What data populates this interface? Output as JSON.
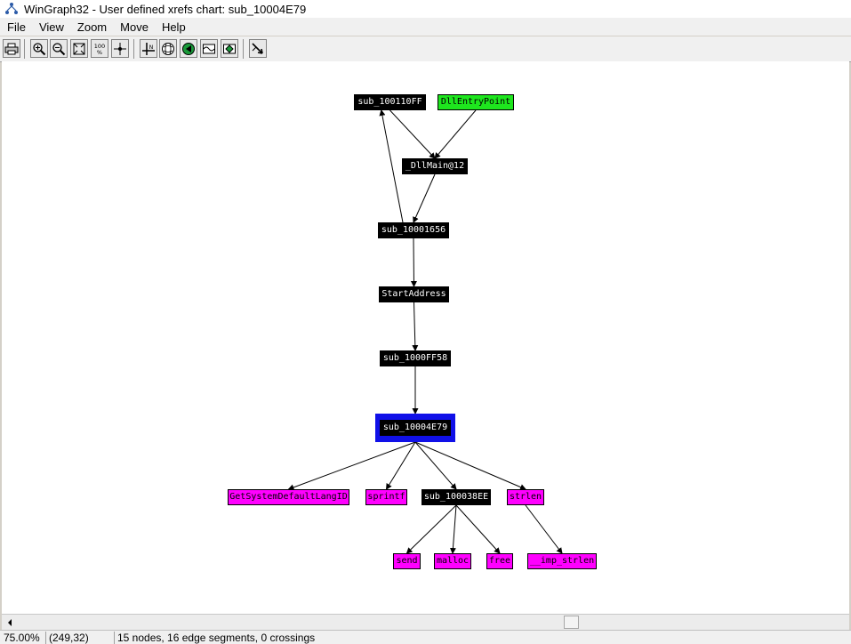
{
  "window": {
    "title": "WinGraph32 - User defined xrefs chart: sub_10004E79",
    "icon": "wingraph-app-icon"
  },
  "menu": [
    "File",
    "View",
    "Zoom",
    "Move",
    "Help"
  ],
  "toolbar": {
    "buttons": [
      {
        "name": "print",
        "icon": "printer-icon"
      },
      {
        "name": "zoom-in",
        "icon": "zoom-in-icon"
      },
      {
        "name": "zoom-out",
        "icon": "zoom-out-icon"
      },
      {
        "name": "fit-window",
        "icon": "fit-window-icon"
      },
      {
        "name": "zoom-100",
        "icon": "zoom-100-icon",
        "label": "100\n%"
      },
      {
        "name": "center",
        "icon": "crosshair-icon"
      },
      {
        "name": "orthogonal-layout",
        "icon": "orthogonal-icon",
        "label": "N"
      },
      {
        "name": "fisheye-circle",
        "icon": "fisheye-circle-icon"
      },
      {
        "name": "fisheye-fixed",
        "icon": "fisheye-fixed-icon"
      },
      {
        "name": "poly-fisheye",
        "icon": "poly-fisheye-icon"
      },
      {
        "name": "fisheye-scale",
        "icon": "fisheye-scale-icon"
      },
      {
        "name": "follow-edge",
        "icon": "follow-edge-icon"
      }
    ]
  },
  "graph": {
    "nodes": [
      {
        "id": "n1",
        "label": "sub_100110FF",
        "style": "black"
      },
      {
        "id": "n2",
        "label": "DllEntryPoint",
        "style": "green"
      },
      {
        "id": "n3",
        "label": "_DllMain@12",
        "style": "black"
      },
      {
        "id": "n4",
        "label": "sub_10001656",
        "style": "black"
      },
      {
        "id": "n5",
        "label": "StartAddress",
        "style": "black"
      },
      {
        "id": "n6",
        "label": "sub_1000FF58",
        "style": "black"
      },
      {
        "id": "n7",
        "label": "sub_10004E79",
        "style": "black",
        "selected": true
      },
      {
        "id": "n8",
        "label": "GetSystemDefaultLangID",
        "style": "magenta"
      },
      {
        "id": "n9",
        "label": "sprintf",
        "style": "magenta"
      },
      {
        "id": "n10",
        "label": "sub_100038EE",
        "style": "black"
      },
      {
        "id": "n11",
        "label": "strlen",
        "style": "magenta"
      },
      {
        "id": "n12",
        "label": "send",
        "style": "magenta"
      },
      {
        "id": "n13",
        "label": "malloc",
        "style": "magenta"
      },
      {
        "id": "n14",
        "label": "free",
        "style": "magenta"
      },
      {
        "id": "n15",
        "label": "__imp_strlen",
        "style": "magenta"
      }
    ],
    "edges": [
      {
        "from": "n1",
        "to": "n3"
      },
      {
        "from": "n2",
        "to": "n3"
      },
      {
        "from": "n3",
        "to": "n4"
      },
      {
        "from": "n4",
        "to": "n1"
      },
      {
        "from": "n4",
        "to": "n5"
      },
      {
        "from": "n5",
        "to": "n6"
      },
      {
        "from": "n6",
        "to": "n7"
      },
      {
        "from": "n7",
        "to": "n8"
      },
      {
        "from": "n7",
        "to": "n9"
      },
      {
        "from": "n7",
        "to": "n10"
      },
      {
        "from": "n7",
        "to": "n11"
      },
      {
        "from": "n10",
        "to": "n12"
      },
      {
        "from": "n10",
        "to": "n13"
      },
      {
        "from": "n10",
        "to": "n14"
      },
      {
        "from": "n11",
        "to": "n15"
      }
    ],
    "colors": {
      "black": "#000000",
      "green": "#1ee61e",
      "magenta": "#ff00ff",
      "selection": "#1010e8"
    }
  },
  "status": {
    "zoom": "75.00%",
    "coords": "(249,32)",
    "info": "15 nodes, 16 edge segments, 0 crossings"
  }
}
